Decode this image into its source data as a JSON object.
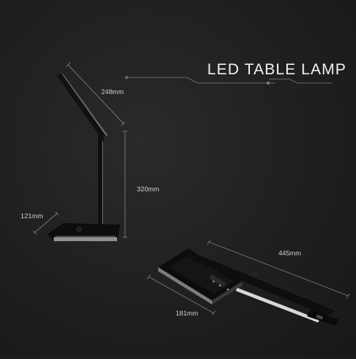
{
  "title": "LED TABLE LAMP",
  "dimensions": {
    "arm_length": "248mm",
    "height": "320mm",
    "base_width": "121mm",
    "folded_length": "445mm",
    "folded_width": "181mm"
  },
  "colors": {
    "background": "#1f1f1f",
    "lamp_body": "#0c0c0c",
    "highlight": "#9a9a9a",
    "dimension_line": "#9a9a9a",
    "text": "#e6e6e6"
  }
}
